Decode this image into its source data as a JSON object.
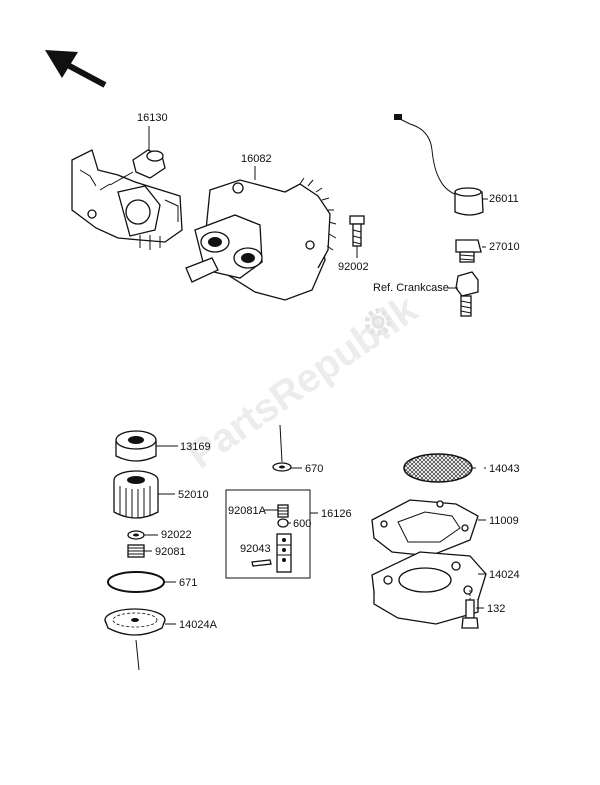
{
  "watermark": "PartsRepublik",
  "labels": {
    "p16130": "16130",
    "p16082": "16082",
    "p92002": "92002",
    "p26011": "26011",
    "p27010": "27010",
    "ref_crankcase": "Ref. Crankcase",
    "p13169": "13169",
    "p52010": "52010",
    "p92022": "92022",
    "p92081": "92081",
    "p671": "671",
    "p14024A": "14024A",
    "p670": "670",
    "p16126": "16126",
    "p92081A": "92081A",
    "p600": "600",
    "p92043": "92043",
    "p14043": "14043",
    "p11009": "11009",
    "p14024": "14024",
    "p132": "132"
  },
  "icons": {
    "direction_arrow": "front-direction-arrow-icon",
    "gear_logo": "gear-logo-icon"
  }
}
